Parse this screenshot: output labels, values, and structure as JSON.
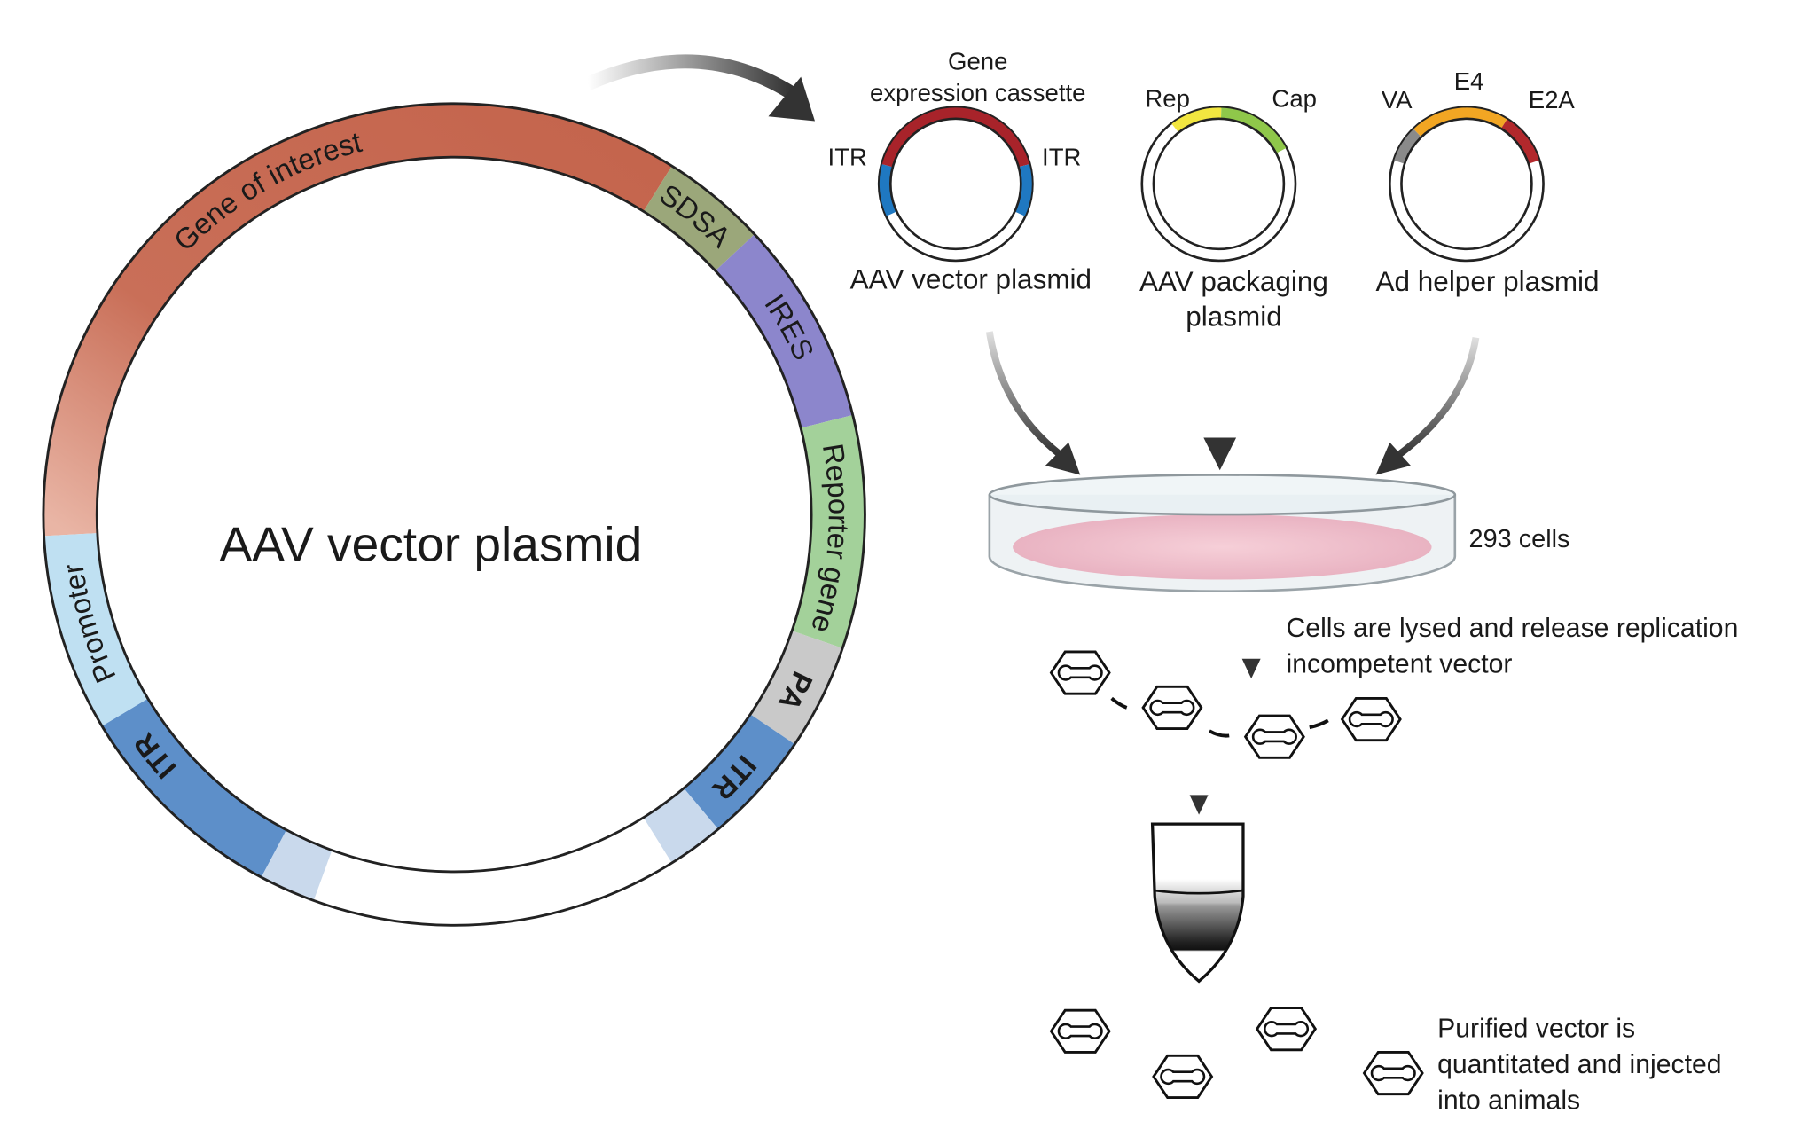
{
  "main_plasmid": {
    "title": "AAV vector plasmid",
    "segments": [
      {
        "label": "Gene of interest",
        "color": "#c96f58"
      },
      {
        "label": "SDSA",
        "color": "#9ba77a"
      },
      {
        "label": "IRES",
        "color": "#8c86cc"
      },
      {
        "label": "Reporter gene",
        "color": "#a3d19a"
      },
      {
        "label": "PA",
        "color": "#c9c9c9"
      },
      {
        "label": "ITR",
        "color": "#5d8fc9"
      },
      {
        "label": "ITR",
        "color": "#5d8fc9"
      },
      {
        "label": "Promoter",
        "color": "#bfe0f2"
      }
    ]
  },
  "vector_plasmid": {
    "title": "AAV vector plasmid",
    "cassette_label_1": "Gene",
    "cassette_label_2": "expression cassette",
    "itr_left": "ITR",
    "itr_right": "ITR",
    "colors": {
      "cassette": "#a8232a",
      "itr": "#1f78c1"
    }
  },
  "packaging_plasmid": {
    "title_1": "AAV packaging",
    "title_2": "plasmid",
    "rep": "Rep",
    "cap": "Cap",
    "colors": {
      "rep": "#f2e640",
      "cap": "#8fc74a"
    }
  },
  "helper_plasmid": {
    "title": "Ad helper plasmid",
    "va": "VA",
    "e4": "E4",
    "e2a": "E2A",
    "colors": {
      "va": "#8a8a8a",
      "e4": "#f2a623",
      "e2a": "#b2282c"
    }
  },
  "dish": {
    "label": "293 cells"
  },
  "lysis": {
    "line_1": "Cells are lysed and release replication",
    "line_2": "incompetent vector"
  },
  "purified": {
    "line_1": "Purified vector is",
    "line_2": "quantitated and injected",
    "line_3": "into animals"
  }
}
